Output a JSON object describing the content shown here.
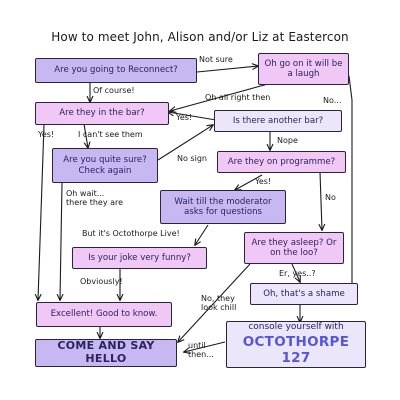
{
  "title": "How to meet John, Alison and/or Liz at Eastercon",
  "nodes": {
    "reconnect": "Are you going to Reconnect?",
    "go_on": "Oh go on it will be a laugh",
    "in_bar": "Are they in the bar?",
    "another_bar": "Is there another bar?",
    "quite_sure": "Are you quite sure? Check again",
    "programme": "Are they on programme?",
    "wait_moderator": "Wait till the moderator asks for questions",
    "asleep": "Are they asleep? Or on the loo?",
    "joke": "Is your joke very funny?",
    "shame": "Oh, that's a shame",
    "excellent": "Excellent! Good to know.",
    "console": "console yourself with",
    "octothorpe": "OCTOTHORPE 127",
    "come_say_hello": "COME AND SAY HELLO"
  },
  "labels": {
    "not_sure": "Not sure",
    "no_1": "No...",
    "of_course": "Of course!",
    "oh_all_right": "Oh all right then",
    "yes_1": "Yes!",
    "yes_2": "Yes!",
    "cant_see": "I can't see them",
    "nope": "Nope",
    "no_sign": "No sign",
    "yes_3": "Yes!",
    "oh_wait": "Oh wait...\nthere they are",
    "no_2": "No",
    "octothorpe_live": "But it's Octothorpe Live!",
    "er_yes": "Er, yes..?",
    "obviously": "Obviously!",
    "no_chill": "No, they\nlook chill",
    "until_then": "until\nthen..."
  }
}
